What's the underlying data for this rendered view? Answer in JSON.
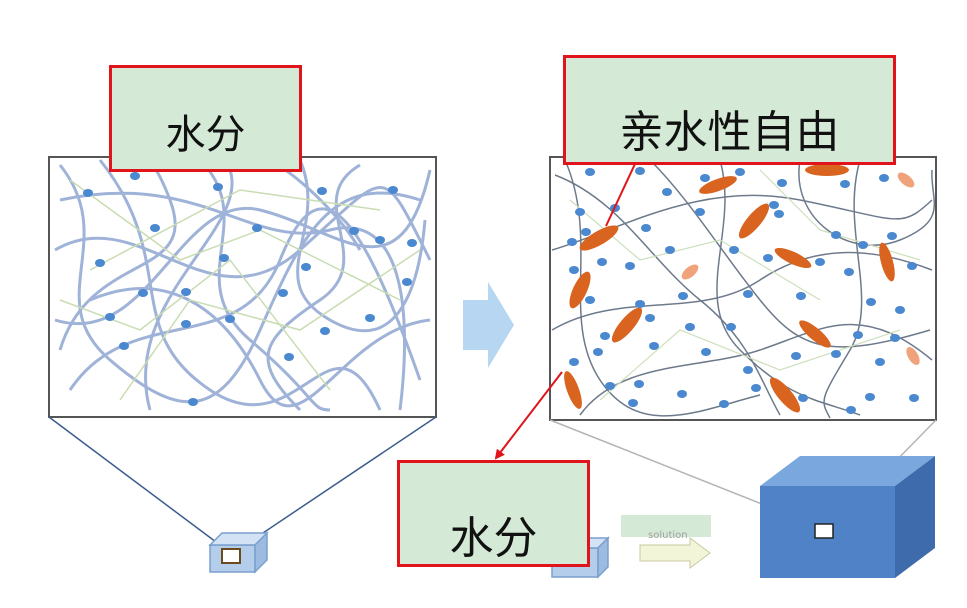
{
  "labels": {
    "top_left": "水分",
    "top_right": "亲水性自由",
    "bottom": "水分",
    "faint_arrow_text": "solution"
  },
  "colors": {
    "label_fill": "#d4ead6",
    "label_border": "#e0141a",
    "arrow": "#e0141a",
    "fiber": "#9fb3d8",
    "thin_fiber": "#c9dcb2",
    "water_dot": "#4a88cf",
    "hydrophilic_ellipse": "#d9641f",
    "big_arrow": "#b7d6f2",
    "cube_front": "#4f82c6",
    "cube_top": "#7aa7dd",
    "cube_side": "#3e6bab"
  },
  "icons": [
    "transition-arrow-icon",
    "small-cube-icon",
    "large-cube-icon",
    "solution-arrow-icon"
  ]
}
